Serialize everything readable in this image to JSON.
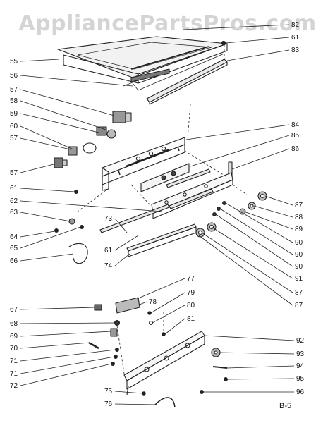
{
  "watermark": "AppliancePartsPros.com",
  "page_code": "B-5",
  "parts": [
    {
      "label": "82",
      "kind": "lid"
    },
    {
      "label": "61",
      "kind": "screw"
    },
    {
      "label": "83",
      "kind": "strip"
    },
    {
      "label": "55",
      "kind": "door"
    },
    {
      "label": "56",
      "kind": "door"
    },
    {
      "label": "57",
      "kind": "switch"
    },
    {
      "label": "58",
      "kind": "switch"
    },
    {
      "label": "59",
      "kind": "switch"
    },
    {
      "label": "60",
      "kind": "switch"
    },
    {
      "label": "57",
      "kind": "switch"
    },
    {
      "label": "57",
      "kind": "switch"
    },
    {
      "label": "84",
      "kind": "panel"
    },
    {
      "label": "85",
      "kind": "panel"
    },
    {
      "label": "86",
      "kind": "bracket"
    },
    {
      "label": "61",
      "kind": "screw"
    },
    {
      "label": "62",
      "kind": "rod"
    },
    {
      "label": "63",
      "kind": "nut"
    },
    {
      "label": "64",
      "kind": "screw"
    },
    {
      "label": "65",
      "kind": "screw"
    },
    {
      "label": "66",
      "kind": "cable"
    },
    {
      "label": "73",
      "kind": "rod"
    },
    {
      "label": "61",
      "kind": "screw"
    },
    {
      "label": "74",
      "kind": "rail"
    },
    {
      "label": "87",
      "kind": "knob"
    },
    {
      "label": "88",
      "kind": "knob"
    },
    {
      "label": "89",
      "kind": "knob"
    },
    {
      "label": "90",
      "kind": "washer"
    },
    {
      "label": "90",
      "kind": "washer"
    },
    {
      "label": "90",
      "kind": "washer"
    },
    {
      "label": "91",
      "kind": "washer"
    },
    {
      "label": "87",
      "kind": "knob"
    },
    {
      "label": "87",
      "kind": "knob"
    },
    {
      "label": "77",
      "kind": "block"
    },
    {
      "label": "78",
      "kind": "block"
    },
    {
      "label": "79",
      "kind": "screw"
    },
    {
      "label": "80",
      "kind": "screw"
    },
    {
      "label": "81",
      "kind": "screw"
    },
    {
      "label": "67",
      "kind": "bracket"
    },
    {
      "label": "68",
      "kind": "washer"
    },
    {
      "label": "69",
      "kind": "switch"
    },
    {
      "label": "70",
      "kind": "screw"
    },
    {
      "label": "71",
      "kind": "washer"
    },
    {
      "label": "71",
      "kind": "washer"
    },
    {
      "label": "72",
      "kind": "screw"
    },
    {
      "label": "92",
      "kind": "panel"
    },
    {
      "label": "93",
      "kind": "knob"
    },
    {
      "label": "94",
      "kind": "screw"
    },
    {
      "label": "95",
      "kind": "screw"
    },
    {
      "label": "96",
      "kind": "screw"
    },
    {
      "label": "75",
      "kind": "screw"
    },
    {
      "label": "76",
      "kind": "cable"
    }
  ]
}
